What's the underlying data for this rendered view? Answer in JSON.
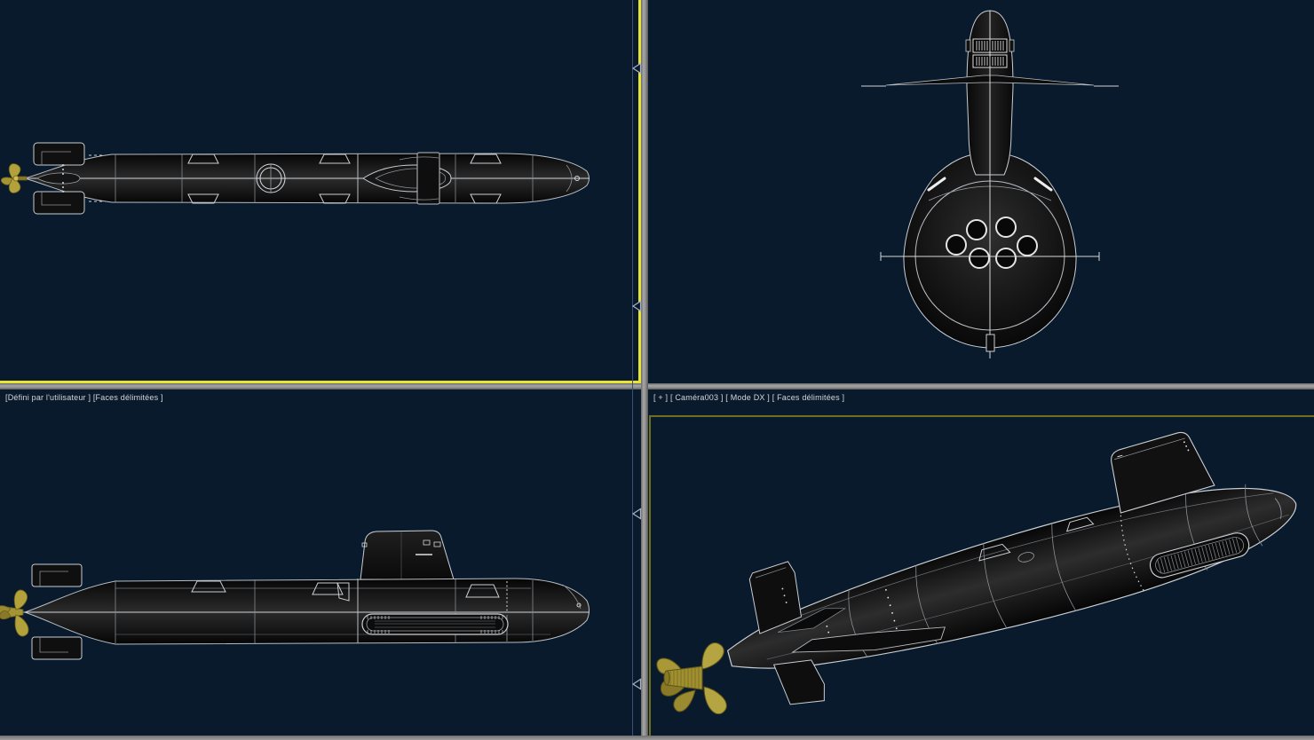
{
  "app": {
    "kind": "3d-modeling-viewport-quad",
    "subject": "submarine wireframe model"
  },
  "viewports": {
    "top_left": {
      "view": "top view",
      "active": true,
      "label": ""
    },
    "top_right": {
      "view": "front view",
      "label": ""
    },
    "bottom_left": {
      "view": "side view",
      "label": "[Défini par l'utilisateur ] [Faces délimitées ]"
    },
    "bottom_right": {
      "view": "camera perspective",
      "label": "[ + ] [ Caméra003 ] [ Mode DX ] [ Faces délimitées ]"
    }
  },
  "icons": {
    "splitter_arrow": "left-triangle-outline"
  },
  "colors": {
    "background": "#081a2c",
    "active_viewport_border": "#e9e432",
    "camera_safe_frame": "#6f6f1f",
    "divider_gray": "#8e8e8e",
    "wireframe": "#c9ced4",
    "hull_black": "#0b0b0b",
    "propeller_gold": "#b3a23b",
    "label_text": "#d6d6d6"
  }
}
